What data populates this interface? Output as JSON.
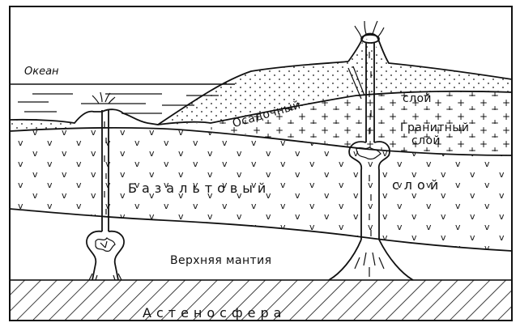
{
  "labels": {
    "ocean": "Океан",
    "sedimentary_1": "Осадочный",
    "sedimentary_2": "слой",
    "granite_1": "Гранитный",
    "granite_2": "слой",
    "basalt_1": "Базальтовый",
    "basalt_2": "слой",
    "upper_mantle": "Верхняя мантия",
    "asthenosphere": "Астеносфера"
  }
}
